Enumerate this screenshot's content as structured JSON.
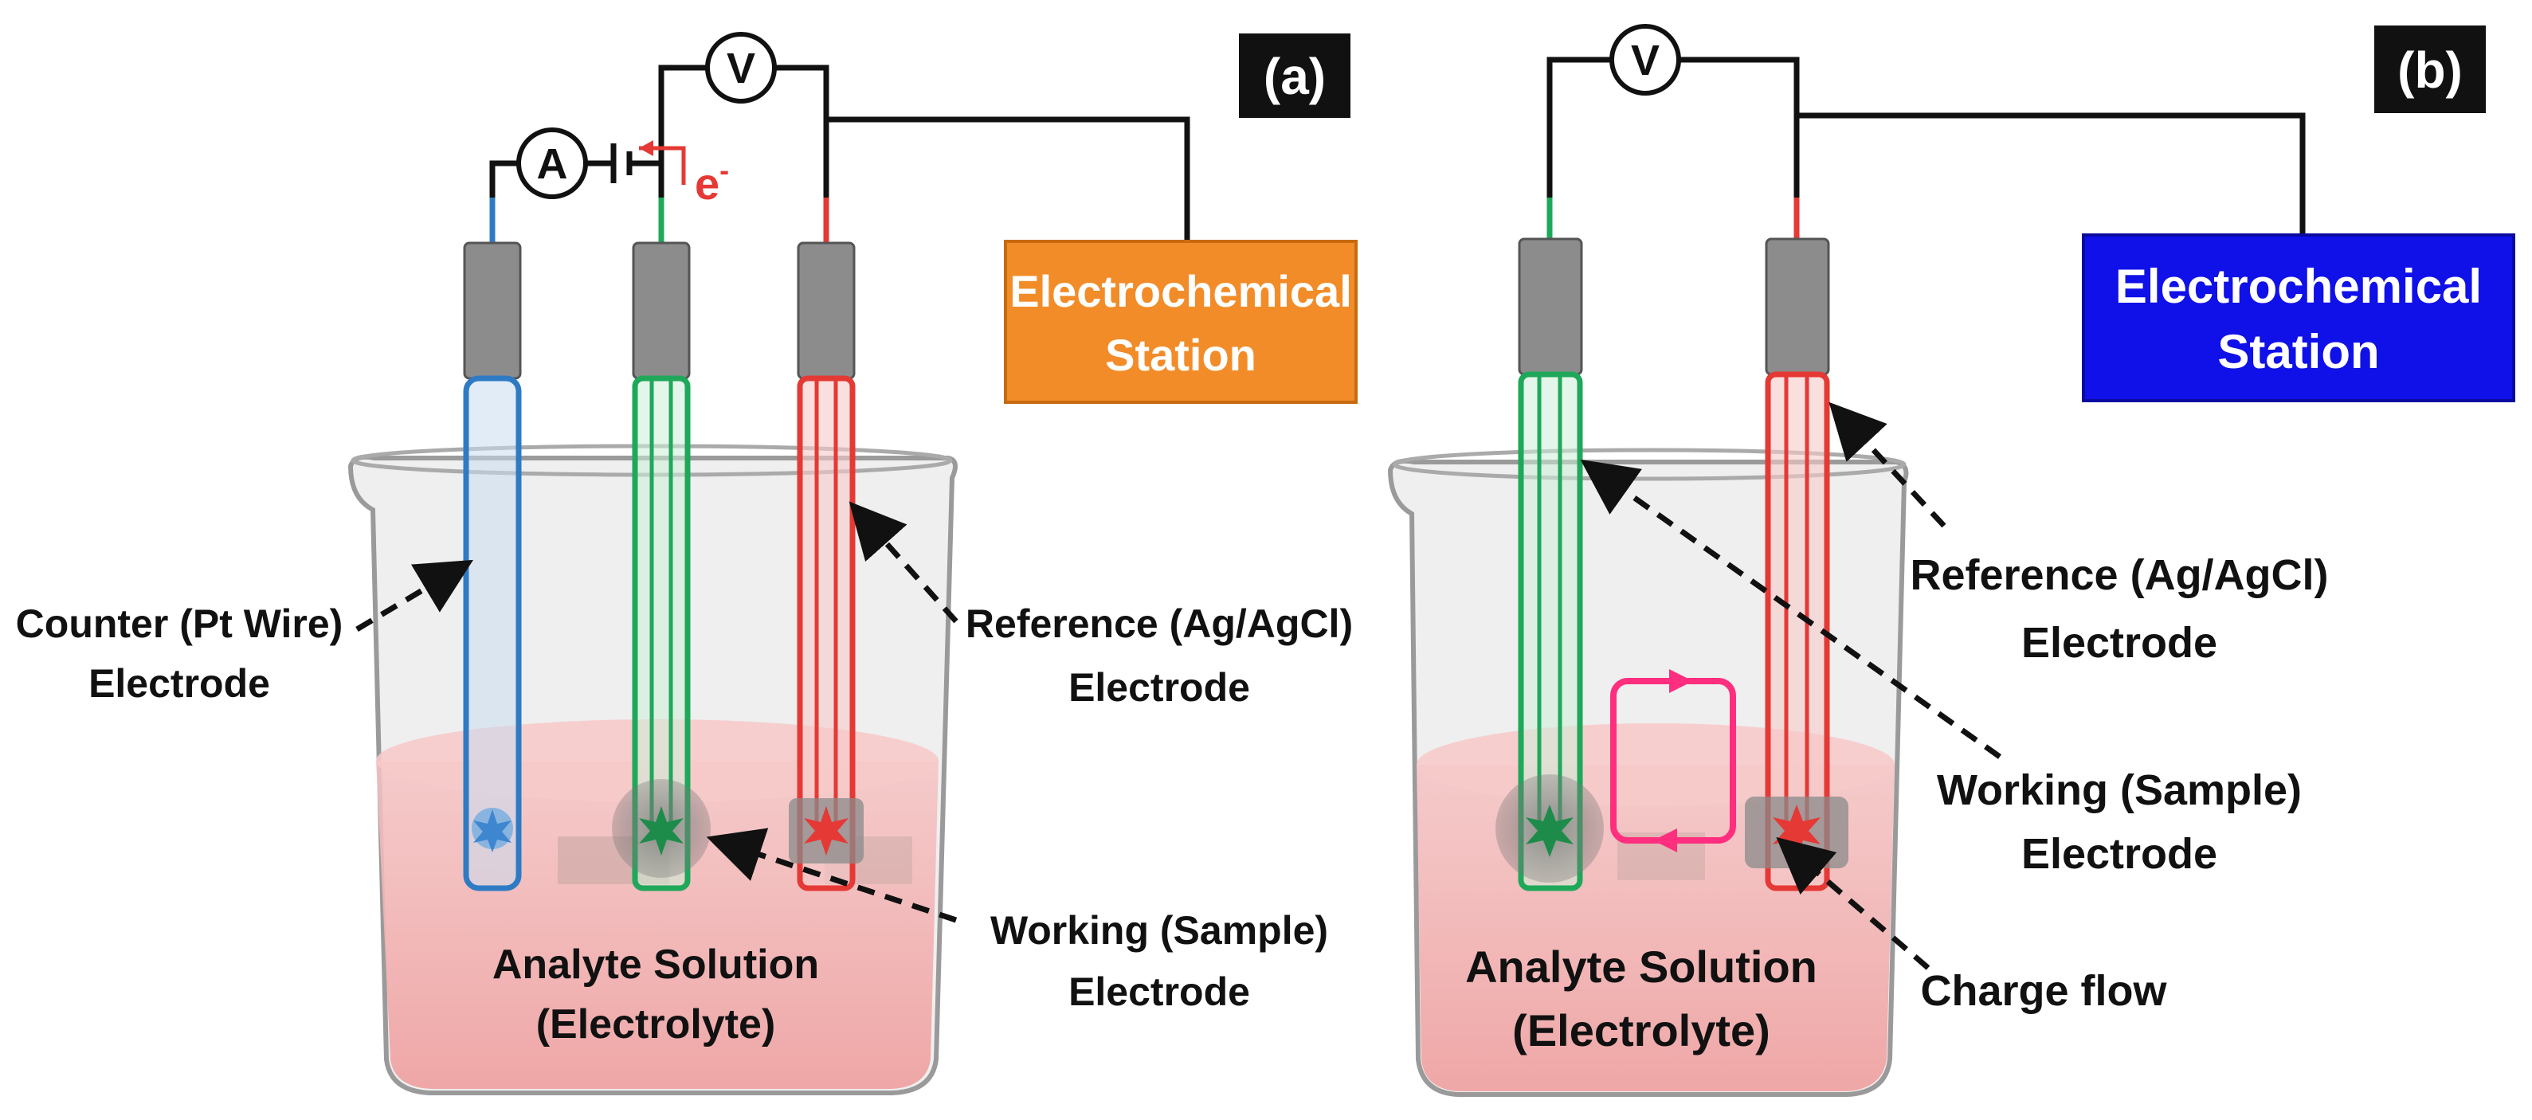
{
  "panel_a": {
    "tag": "(a)",
    "ammeter": "A",
    "voltmeter": "V",
    "electron_symbol": "e",
    "electron_charge": "-",
    "station": {
      "line1": "Electrochemical",
      "line2": "Station",
      "color": "#F28C28"
    },
    "counter_label": {
      "line1": "Counter (Pt Wire)",
      "line2": "Electrode"
    },
    "reference_label": {
      "line1": "Reference (Ag/AgCl)",
      "line2": "Electrode"
    },
    "working_label": {
      "line1": "Working (Sample)",
      "line2": "Electrode"
    },
    "solution_label": {
      "line1": "Analyte Solution",
      "line2": "(Electrolyte)"
    }
  },
  "panel_b": {
    "tag": "(b)",
    "voltmeter": "V",
    "station": {
      "line1": "Electrochemical",
      "line2": "Station",
      "color": "#1010E8"
    },
    "reference_label": {
      "line1": "Reference (Ag/AgCl)",
      "line2": "Electrode"
    },
    "working_label": {
      "line1": "Working (Sample)",
      "line2": "Electrode"
    },
    "charge_label": "Charge flow",
    "solution_label": {
      "line1": "Analyte Solution",
      "line2": "(Electrolyte)"
    }
  },
  "colors": {
    "counter": "#2E7BC4",
    "working": "#1FA85A",
    "reference": "#E53935",
    "cap": "#8C8C8C",
    "solution": "#F4B4B4",
    "electron_arrow": "#E53935",
    "charge_loop": "#FF2E7E"
  }
}
